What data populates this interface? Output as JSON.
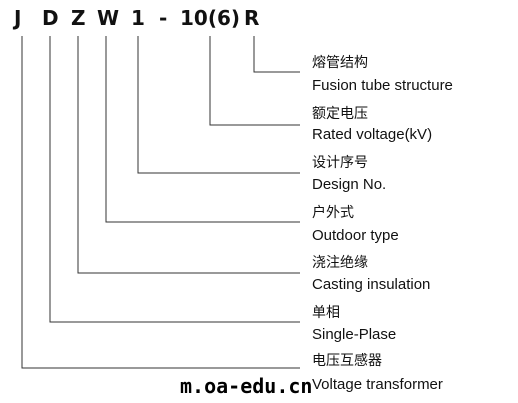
{
  "model_code": {
    "parts": [
      "J",
      "D",
      "Z",
      "W",
      "1",
      "-",
      "10(6)",
      "R"
    ]
  },
  "descriptions": [
    {
      "zh": "熔管结构",
      "en": "Fusion tube structure"
    },
    {
      "zh": "额定电压",
      "en": "Rated voltage(kV)"
    },
    {
      "zh": "设计序号",
      "en": "Design No."
    },
    {
      "zh": "户外式",
      "en": "Outdoor type"
    },
    {
      "zh": "浇注绝缘",
      "en": "Casting insulation"
    },
    {
      "zh": "单相",
      "en": "Single-Plase"
    },
    {
      "zh": "电压互感器",
      "en": "Voltage transformer"
    }
  ],
  "watermark": "m.oa-edu.cn",
  "colors": {
    "line": "#333333",
    "text": "#111111"
  }
}
